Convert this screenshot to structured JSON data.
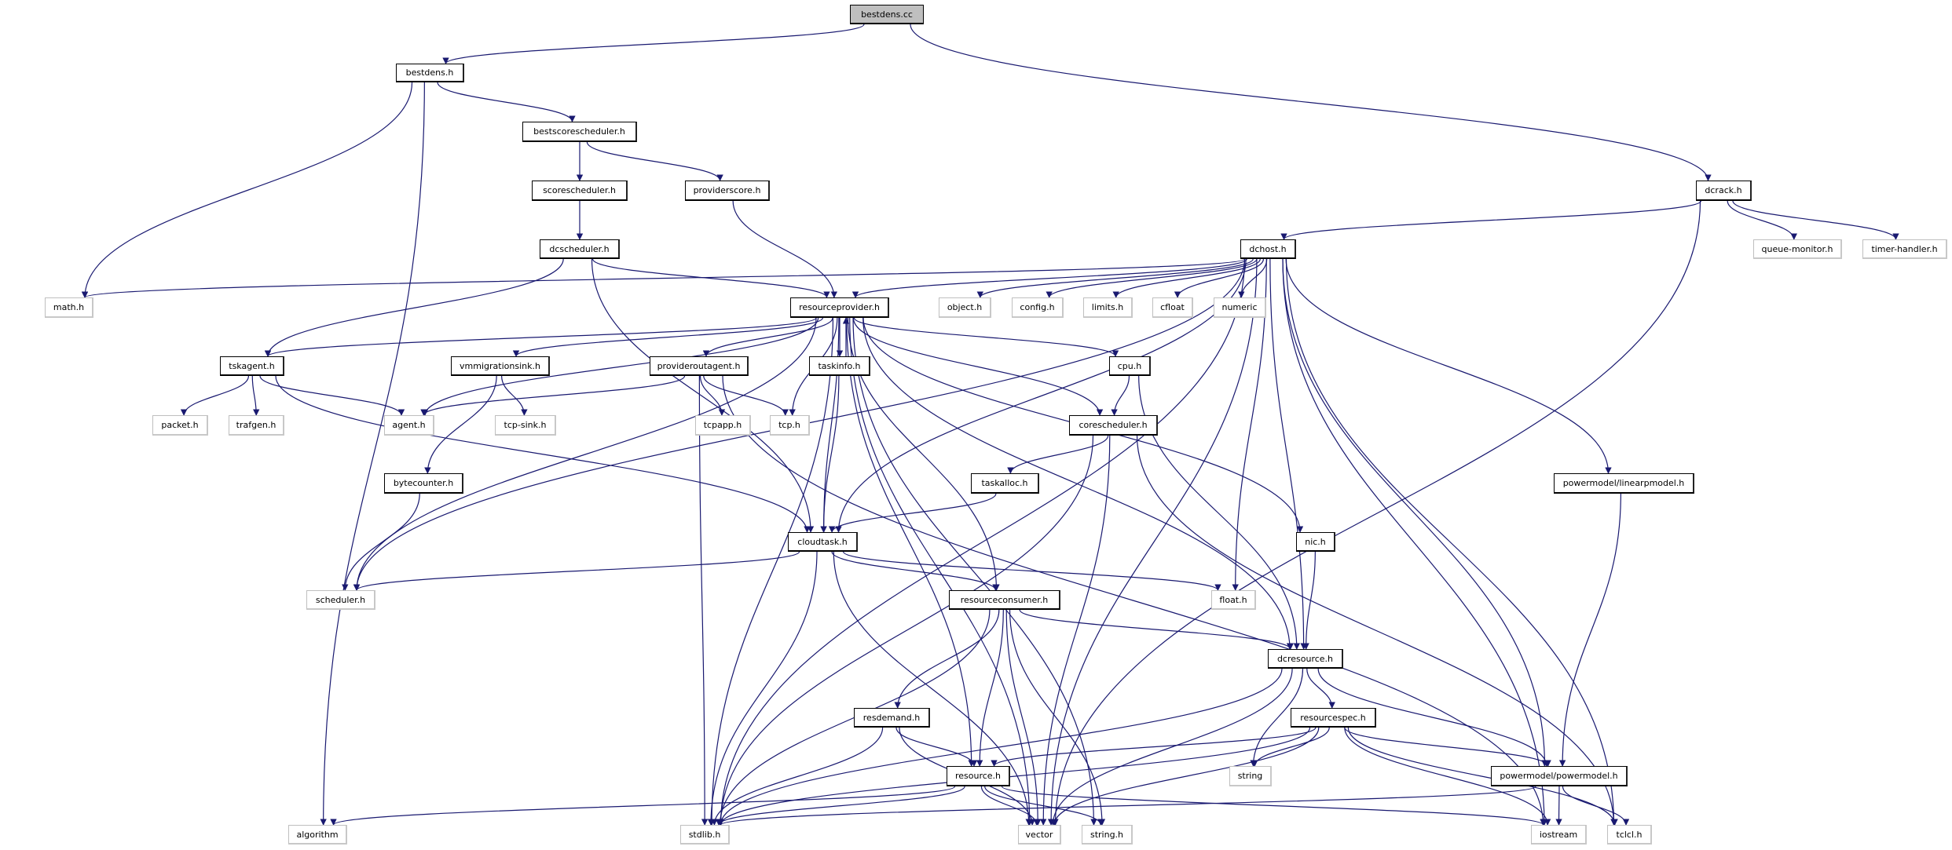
{
  "graph": {
    "edge_color": "#191970",
    "root_fill": "#bfbfbf",
    "external_border": "#bfbfbf",
    "nodes": [
      {
        "id": "bestdens.cc",
        "label": "bestdens.cc",
        "root": true
      },
      {
        "id": "bestdens.h",
        "label": "bestdens.h"
      },
      {
        "id": "bestscorescheduler.h",
        "label": "bestscorescheduler.h"
      },
      {
        "id": "scorescheduler.h",
        "label": "scorescheduler.h"
      },
      {
        "id": "providerscore.h",
        "label": "providerscore.h"
      },
      {
        "id": "dcscheduler.h",
        "label": "dcscheduler.h"
      },
      {
        "id": "dcrack.h",
        "label": "dcrack.h"
      },
      {
        "id": "dchost.h",
        "label": "dchost.h"
      },
      {
        "id": "queue-monitor.h",
        "label": "queue-monitor.h",
        "external": true
      },
      {
        "id": "timer-handler.h",
        "label": "timer-handler.h",
        "external": true
      },
      {
        "id": "math.h",
        "label": "math.h",
        "external": true
      },
      {
        "id": "resourceprovider.h",
        "label": "resourceprovider.h"
      },
      {
        "id": "object.h",
        "label": "object.h",
        "external": true
      },
      {
        "id": "config.h",
        "label": "config.h",
        "external": true
      },
      {
        "id": "limits.h",
        "label": "limits.h",
        "external": true
      },
      {
        "id": "cfloat",
        "label": "cfloat",
        "external": true
      },
      {
        "id": "numeric",
        "label": "numeric",
        "external": true
      },
      {
        "id": "tskagent.h",
        "label": "tskagent.h"
      },
      {
        "id": "vmmigrationsink.h",
        "label": "vmmigrationsink.h"
      },
      {
        "id": "provideroutagent.h",
        "label": "provideroutagent.h"
      },
      {
        "id": "taskinfo.h",
        "label": "taskinfo.h"
      },
      {
        "id": "cpu.h",
        "label": "cpu.h"
      },
      {
        "id": "packet.h",
        "label": "packet.h",
        "external": true
      },
      {
        "id": "trafgen.h",
        "label": "trafgen.h",
        "external": true
      },
      {
        "id": "agent.h",
        "label": "agent.h",
        "external": true
      },
      {
        "id": "tcp-sink.h",
        "label": "tcp-sink.h",
        "external": true
      },
      {
        "id": "tcpapp.h",
        "label": "tcpapp.h",
        "external": true
      },
      {
        "id": "tcp.h",
        "label": "tcp.h",
        "external": true
      },
      {
        "id": "corescheduler.h",
        "label": "corescheduler.h"
      },
      {
        "id": "bytecounter.h",
        "label": "bytecounter.h"
      },
      {
        "id": "taskalloc.h",
        "label": "taskalloc.h"
      },
      {
        "id": "powermodel/linearpmodel.h",
        "label": "powermodel/linearpmodel.h"
      },
      {
        "id": "cloudtask.h",
        "label": "cloudtask.h"
      },
      {
        "id": "nic.h",
        "label": "nic.h"
      },
      {
        "id": "scheduler.h",
        "label": "scheduler.h",
        "external": true
      },
      {
        "id": "resourceconsumer.h",
        "label": "resourceconsumer.h"
      },
      {
        "id": "float.h",
        "label": "float.h",
        "external": true
      },
      {
        "id": "dcresource.h",
        "label": "dcresource.h"
      },
      {
        "id": "resdemand.h",
        "label": "resdemand.h"
      },
      {
        "id": "resourcespec.h",
        "label": "resourcespec.h"
      },
      {
        "id": "resource.h",
        "label": "resource.h"
      },
      {
        "id": "string",
        "label": "string",
        "external": true
      },
      {
        "id": "powermodel/powermodel.h",
        "label": "powermodel/powermodel.h"
      },
      {
        "id": "algorithm",
        "label": "algorithm",
        "external": true
      },
      {
        "id": "stdlib.h",
        "label": "stdlib.h",
        "external": true
      },
      {
        "id": "vector",
        "label": "vector",
        "external": true
      },
      {
        "id": "string.h",
        "label": "string.h",
        "external": true
      },
      {
        "id": "iostream",
        "label": "iostream",
        "external": true
      },
      {
        "id": "tclcl.h",
        "label": "tclcl.h",
        "external": true
      }
    ],
    "edges": [
      [
        "bestdens.cc",
        "bestdens.h"
      ],
      [
        "bestdens.cc",
        "dcrack.h"
      ],
      [
        "bestdens.h",
        "math.h"
      ],
      [
        "bestdens.h",
        "bestscorescheduler.h"
      ],
      [
        "bestdens.h",
        "algorithm"
      ],
      [
        "bestscorescheduler.h",
        "scorescheduler.h"
      ],
      [
        "bestscorescheduler.h",
        "providerscore.h"
      ],
      [
        "scorescheduler.h",
        "dcscheduler.h"
      ],
      [
        "providerscore.h",
        "resourceprovider.h"
      ],
      [
        "dcscheduler.h",
        "tskagent.h"
      ],
      [
        "dcscheduler.h",
        "resourceprovider.h"
      ],
      [
        "dcscheduler.h",
        "cloudtask.h"
      ],
      [
        "dcrack.h",
        "dchost.h"
      ],
      [
        "dcrack.h",
        "queue-monitor.h"
      ],
      [
        "dcrack.h",
        "timer-handler.h"
      ],
      [
        "dcrack.h",
        "vector"
      ],
      [
        "dchost.h",
        "math.h"
      ],
      [
        "dchost.h",
        "resourceprovider.h"
      ],
      [
        "dchost.h",
        "object.h"
      ],
      [
        "dchost.h",
        "config.h"
      ],
      [
        "dchost.h",
        "limits.h"
      ],
      [
        "dchost.h",
        "cfloat"
      ],
      [
        "dchost.h",
        "numeric"
      ],
      [
        "dchost.h",
        "scheduler.h"
      ],
      [
        "dchost.h",
        "stdlib.h"
      ],
      [
        "dchost.h",
        "cloudtask.h"
      ],
      [
        "dchost.h",
        "float.h"
      ],
      [
        "dchost.h",
        "dcresource.h"
      ],
      [
        "dchost.h",
        "vector"
      ],
      [
        "dchost.h",
        "powermodel/linearpmodel.h"
      ],
      [
        "dchost.h",
        "powermodel/powermodel.h"
      ],
      [
        "dchost.h",
        "tclcl.h"
      ],
      [
        "dchost.h",
        "iostream"
      ],
      [
        "resourceprovider.h",
        "tskagent.h"
      ],
      [
        "resourceprovider.h",
        "vmmigrationsink.h"
      ],
      [
        "resourceprovider.h",
        "provideroutagent.h"
      ],
      [
        "resourceprovider.h",
        "taskinfo.h"
      ],
      [
        "resourceprovider.h",
        "agent.h"
      ],
      [
        "resourceprovider.h",
        "tcp.h"
      ],
      [
        "resourceprovider.h",
        "scheduler.h"
      ],
      [
        "resourceprovider.h",
        "stdlib.h"
      ],
      [
        "resourceprovider.h",
        "vector"
      ],
      [
        "resourceprovider.h",
        "cloudtask.h"
      ],
      [
        "resourceprovider.h",
        "resource.h"
      ],
      [
        "resourceprovider.h",
        "resourceconsumer.h"
      ],
      [
        "resourceprovider.h",
        "string.h"
      ],
      [
        "resourceprovider.h",
        "cpu.h"
      ],
      [
        "resourceprovider.h",
        "corescheduler.h"
      ],
      [
        "resourceprovider.h",
        "nic.h"
      ],
      [
        "resourceprovider.h",
        "dcresource.h"
      ],
      [
        "taskinfo.h",
        "resourceprovider.h"
      ],
      [
        "taskinfo.h",
        "cloudtask.h"
      ],
      [
        "tskagent.h",
        "packet.h"
      ],
      [
        "tskagent.h",
        "trafgen.h"
      ],
      [
        "tskagent.h",
        "agent.h"
      ],
      [
        "tskagent.h",
        "cloudtask.h"
      ],
      [
        "vmmigrationsink.h",
        "tcp-sink.h"
      ],
      [
        "vmmigrationsink.h",
        "bytecounter.h"
      ],
      [
        "provideroutagent.h",
        "agent.h"
      ],
      [
        "provideroutagent.h",
        "tcpapp.h"
      ],
      [
        "provideroutagent.h",
        "tcp.h"
      ],
      [
        "provideroutagent.h",
        "stdlib.h"
      ],
      [
        "provideroutagent.h",
        "iostream"
      ],
      [
        "bytecounter.h",
        "scheduler.h"
      ],
      [
        "cpu.h",
        "corescheduler.h"
      ],
      [
        "cpu.h",
        "dcresource.h"
      ],
      [
        "corescheduler.h",
        "taskalloc.h"
      ],
      [
        "corescheduler.h",
        "stdlib.h"
      ],
      [
        "corescheduler.h",
        "vector"
      ],
      [
        "corescheduler.h",
        "tclcl.h"
      ],
      [
        "taskalloc.h",
        "cloudtask.h"
      ],
      [
        "cloudtask.h",
        "scheduler.h"
      ],
      [
        "cloudtask.h",
        "float.h"
      ],
      [
        "cloudtask.h",
        "resourceconsumer.h"
      ],
      [
        "cloudtask.h",
        "stdlib.h"
      ],
      [
        "cloudtask.h",
        "vector"
      ],
      [
        "powermodel/linearpmodel.h",
        "powermodel/powermodel.h"
      ],
      [
        "nic.h",
        "dcresource.h"
      ],
      [
        "resourceconsumer.h",
        "dcresource.h"
      ],
      [
        "resourceconsumer.h",
        "resdemand.h"
      ],
      [
        "resourceconsumer.h",
        "resource.h"
      ],
      [
        "resourceconsumer.h",
        "stdlib.h"
      ],
      [
        "resourceconsumer.h",
        "vector"
      ],
      [
        "resourceconsumer.h",
        "string.h"
      ],
      [
        "dcresource.h",
        "resourcespec.h"
      ],
      [
        "dcresource.h",
        "string"
      ],
      [
        "dcresource.h",
        "vector"
      ],
      [
        "dcresource.h",
        "powermodel/powermodel.h"
      ],
      [
        "dcresource.h",
        "stdlib.h"
      ],
      [
        "resourcespec.h",
        "resource.h"
      ],
      [
        "resourcespec.h",
        "string"
      ],
      [
        "resourcespec.h",
        "powermodel/powermodel.h"
      ],
      [
        "resourcespec.h",
        "vector"
      ],
      [
        "resourcespec.h",
        "stdlib.h"
      ],
      [
        "resourcespec.h",
        "iostream"
      ],
      [
        "resourcespec.h",
        "tclcl.h"
      ],
      [
        "resdemand.h",
        "resource.h"
      ],
      [
        "resdemand.h",
        "stdlib.h"
      ],
      [
        "resdemand.h",
        "vector"
      ],
      [
        "resource.h",
        "algorithm"
      ],
      [
        "resource.h",
        "stdlib.h"
      ],
      [
        "resource.h",
        "vector"
      ],
      [
        "resource.h",
        "string.h"
      ],
      [
        "resource.h",
        "iostream"
      ],
      [
        "powermodel/powermodel.h",
        "iostream"
      ],
      [
        "powermodel/powermodel.h",
        "tclcl.h"
      ],
      [
        "powermodel/powermodel.h",
        "stdlib.h"
      ]
    ]
  }
}
